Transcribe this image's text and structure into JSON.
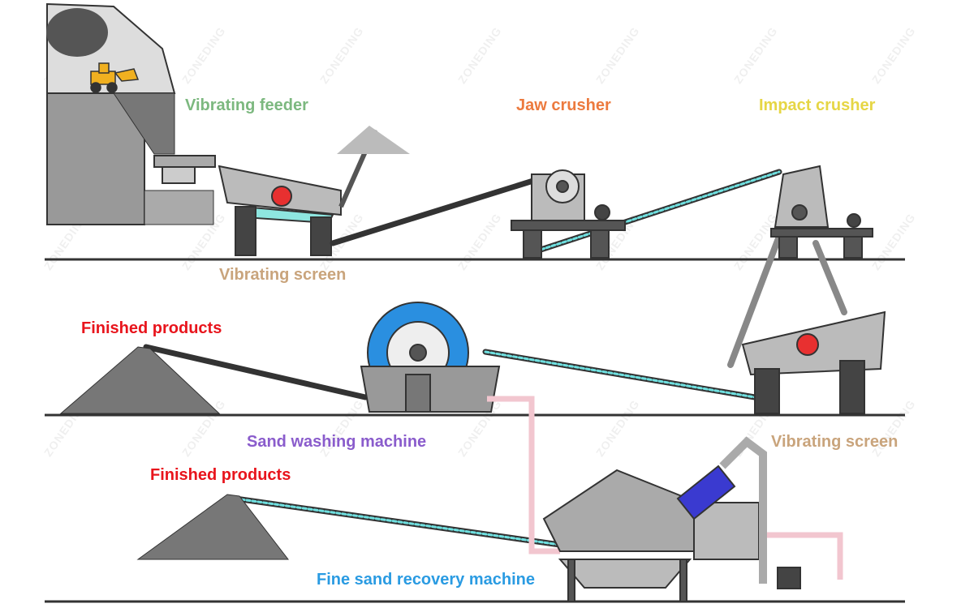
{
  "watermark": "ZONEDING",
  "labels": {
    "vibrating_feeder": {
      "text": "Vibrating feeder",
      "color": "#7cb87f"
    },
    "jaw_crusher": {
      "text": "Jaw crusher",
      "color": "#ec7a3e"
    },
    "impact_crusher": {
      "text": "Impact crusher",
      "color": "#e6d645"
    },
    "vibrating_screen_1": {
      "text": "Vibrating screen",
      "color": "#c9a47c"
    },
    "finished_products_1": {
      "text": "Finished products",
      "color": "#e8141c"
    },
    "sand_washing_machine": {
      "text": "Sand washing machine",
      "color": "#8a5ccc"
    },
    "vibrating_screen_2": {
      "text": "Vibrating screen",
      "color": "#c9a47c"
    },
    "finished_products_2": {
      "text": "Finished products",
      "color": "#e8141c"
    },
    "fine_sand_recovery_machine": {
      "text": "Fine sand recovery machine",
      "color": "#2a9be2"
    }
  },
  "colors": {
    "wheel": "#2a8fe0",
    "conveyor_belt": "#6fe0e0",
    "pipe": "#f2c6cf",
    "machine": "#9a9a9a"
  }
}
